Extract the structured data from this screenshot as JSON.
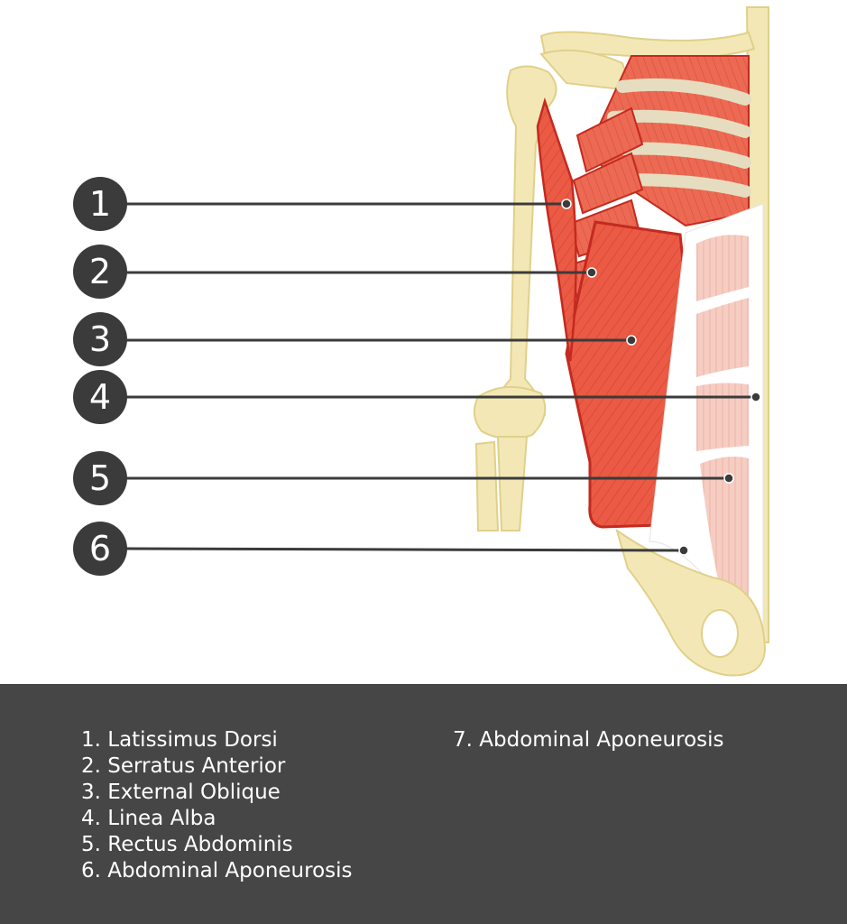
{
  "markers": [
    {
      "number": "1"
    },
    {
      "number": "2"
    },
    {
      "number": "3"
    },
    {
      "number": "4"
    },
    {
      "number": "5"
    },
    {
      "number": "6"
    }
  ],
  "legend": {
    "column_1": [
      "1. Latissimus Dorsi",
      "2. Serratus Anterior",
      "3. External Oblique",
      "4. Linea Alba",
      "5. Rectus Abdominis",
      "6. Abdominal Aponeurosis"
    ],
    "column_2": [
      "7. Abdominal Aponeurosis"
    ]
  },
  "colors": {
    "bone": "#f3e8b5",
    "bone_outline": "#e0d08a",
    "muscle": "#ea5a44",
    "muscle_outline": "#c42a1f",
    "rectus": "#f6cdc3",
    "marker": "#3b3b3b",
    "leader_line": "#3b3b3b",
    "legend_background": "#464646",
    "legend_text": "#ffffff"
  }
}
